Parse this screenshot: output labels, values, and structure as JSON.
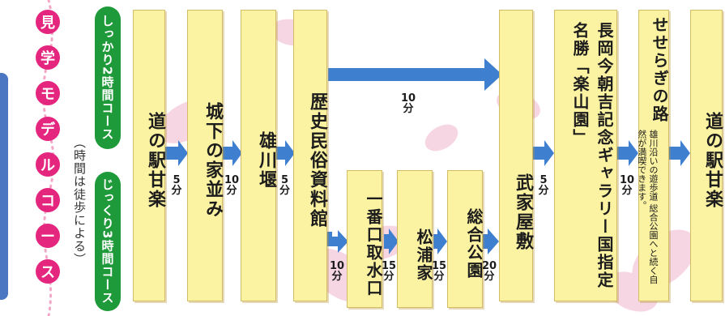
{
  "title": {
    "chars": [
      "見",
      "学",
      "モ",
      "デ",
      "ル",
      "コ",
      "ー",
      "ス"
    ],
    "note": "（時間は徒歩による）"
  },
  "courses": [
    {
      "label": "しっかり2時間コース",
      "color": "#1f9a3a"
    },
    {
      "label": "じっくり3時間コース",
      "color": "#1f9a3a"
    }
  ],
  "stops": {
    "michi_no_eki_start": "道の駅甘楽",
    "jokamachi": "城下の家並み",
    "ogawa_zeki": "雄川堰",
    "rekishi_minzoku": "歴史民俗資料館",
    "ichiban_guchi": "一番口取水口",
    "matsuura_ke": "松浦家",
    "sogo_koen": "総合公園",
    "buke_yashiki": "武家屋敷",
    "gallery": "長岡今朝吉記念ギャラリー国指定名勝「楽山園」",
    "seseragi": "せせらぎの路",
    "seseragi_note": "雄川沿いの遊歩道 総合公園へと続く自然が満喫できます。",
    "michi_no_eki_end": "道の駅甘楽"
  },
  "times": {
    "t1": {
      "value": "5",
      "unit": "分"
    },
    "t2": {
      "value": "10",
      "unit": "分"
    },
    "t3": {
      "value": "5",
      "unit": "分"
    },
    "t_bypass": {
      "value": "10",
      "unit": "分"
    },
    "t4": {
      "value": "10",
      "unit": "分"
    },
    "t5": {
      "value": "15",
      "unit": "分"
    },
    "t6": {
      "value": "15",
      "unit": "分"
    },
    "t7": {
      "value": "20",
      "unit": "分"
    },
    "t8": {
      "value": "5",
      "unit": "分"
    },
    "t9": {
      "value": "10",
      "unit": "分"
    }
  },
  "colors": {
    "arrow": "#3f7fd0",
    "title_circle": "#e5267f",
    "course_pill": "#1f9a3a",
    "stop_fill": "#fbf3a2",
    "left_rail": "#4a76c2",
    "petal": "#f6cfe0"
  }
}
